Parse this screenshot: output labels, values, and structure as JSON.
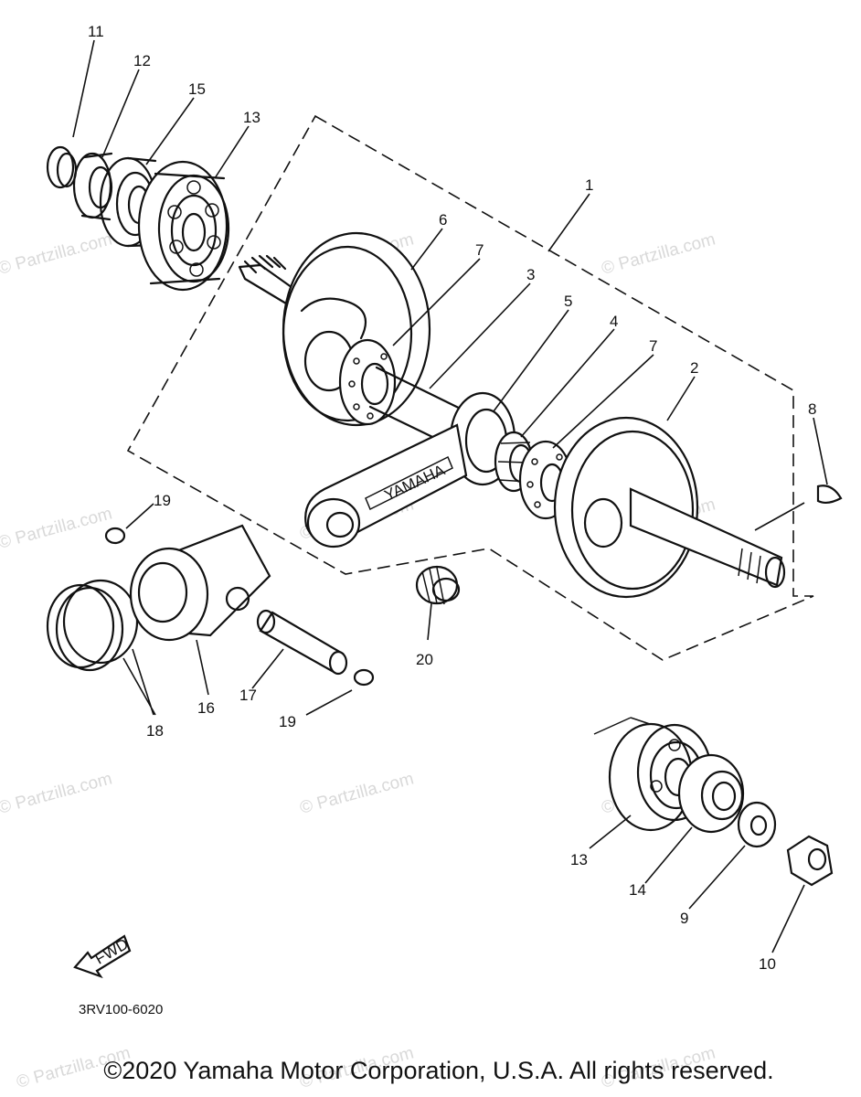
{
  "watermark": "© Partzilla.com",
  "part_code": "3RV100-6020",
  "fwd_label": "FWD",
  "brand_label": "YAMAHA",
  "copyright": "©2020 Yamaha Motor Corporation, U.S.A. All rights reserved.",
  "callouts": {
    "c1": "1",
    "c2": "2",
    "c3": "3",
    "c4": "4",
    "c5": "5",
    "c6": "6",
    "c7a": "7",
    "c7b": "7",
    "c8": "8",
    "c9": "9",
    "c10": "10",
    "c11": "11",
    "c12": "12",
    "c13a": "13",
    "c13b": "13",
    "c14": "14",
    "c15": "15",
    "c16": "16",
    "c17": "17",
    "c18": "18",
    "c19a": "19",
    "c19b": "19",
    "c20": "20"
  }
}
